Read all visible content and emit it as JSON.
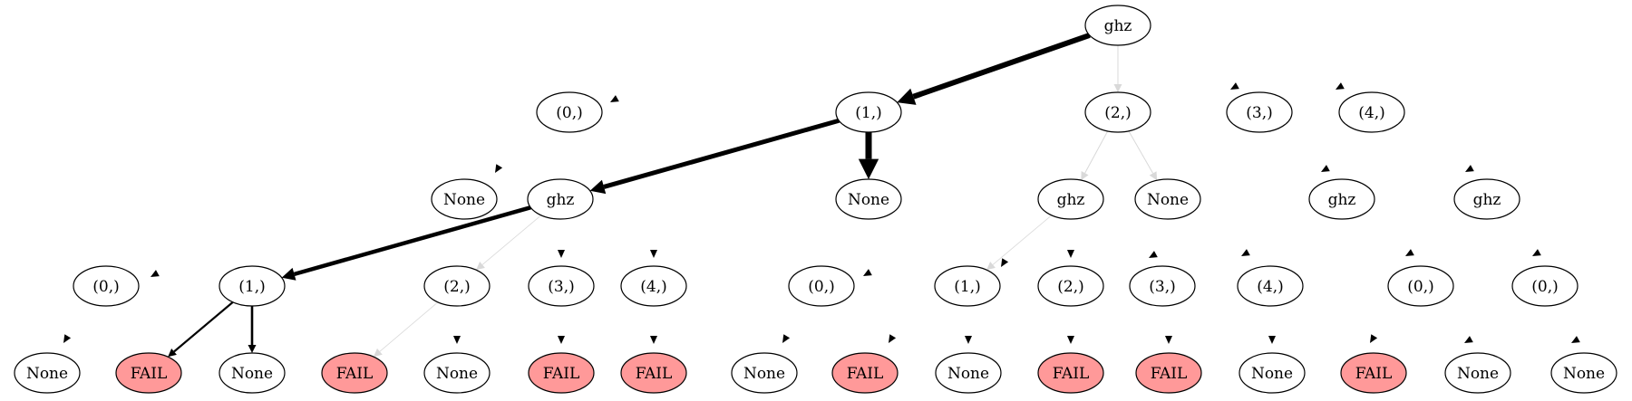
{
  "colors": {
    "background": "#ffffff",
    "node_fill": "#ffffff",
    "fail_fill": "#ff9999",
    "stroke": "#000000",
    "faint_edge": "#d9d9d9"
  },
  "nodes": {
    "n0": "ghz",
    "n1a": "(0,)",
    "n1b": "(1,)",
    "n1c": "(2,)",
    "n1d": "(3,)",
    "n1e": "(4,)",
    "n2a": "None",
    "n2b": "ghz",
    "n2c": "None",
    "n2d": "ghz",
    "n2e": "None",
    "n2f": "ghz",
    "n2g": "ghz",
    "n3a": "(0,)",
    "n3b": "(1,)",
    "n3c": "(2,)",
    "n3d": "(3,)",
    "n3e": "(4,)",
    "n3f": "(0,)",
    "n3g": "(1,)",
    "n3h": "(2,)",
    "n3i": "(3,)",
    "n3j": "(4,)",
    "n3k": "(0,)",
    "n3l": "(0,)",
    "n4a": "None",
    "n4b": "FAIL",
    "n4c": "None",
    "n4d": "FAIL",
    "n4e": "None",
    "n4f": "FAIL",
    "n4g": "FAIL",
    "n4h": "None",
    "n4i": "FAIL",
    "n4j": "None",
    "n4k": "FAIL",
    "n4l": "FAIL",
    "n4m": "None",
    "n4n": "FAIL",
    "n4o": "None",
    "n4p": "None"
  }
}
